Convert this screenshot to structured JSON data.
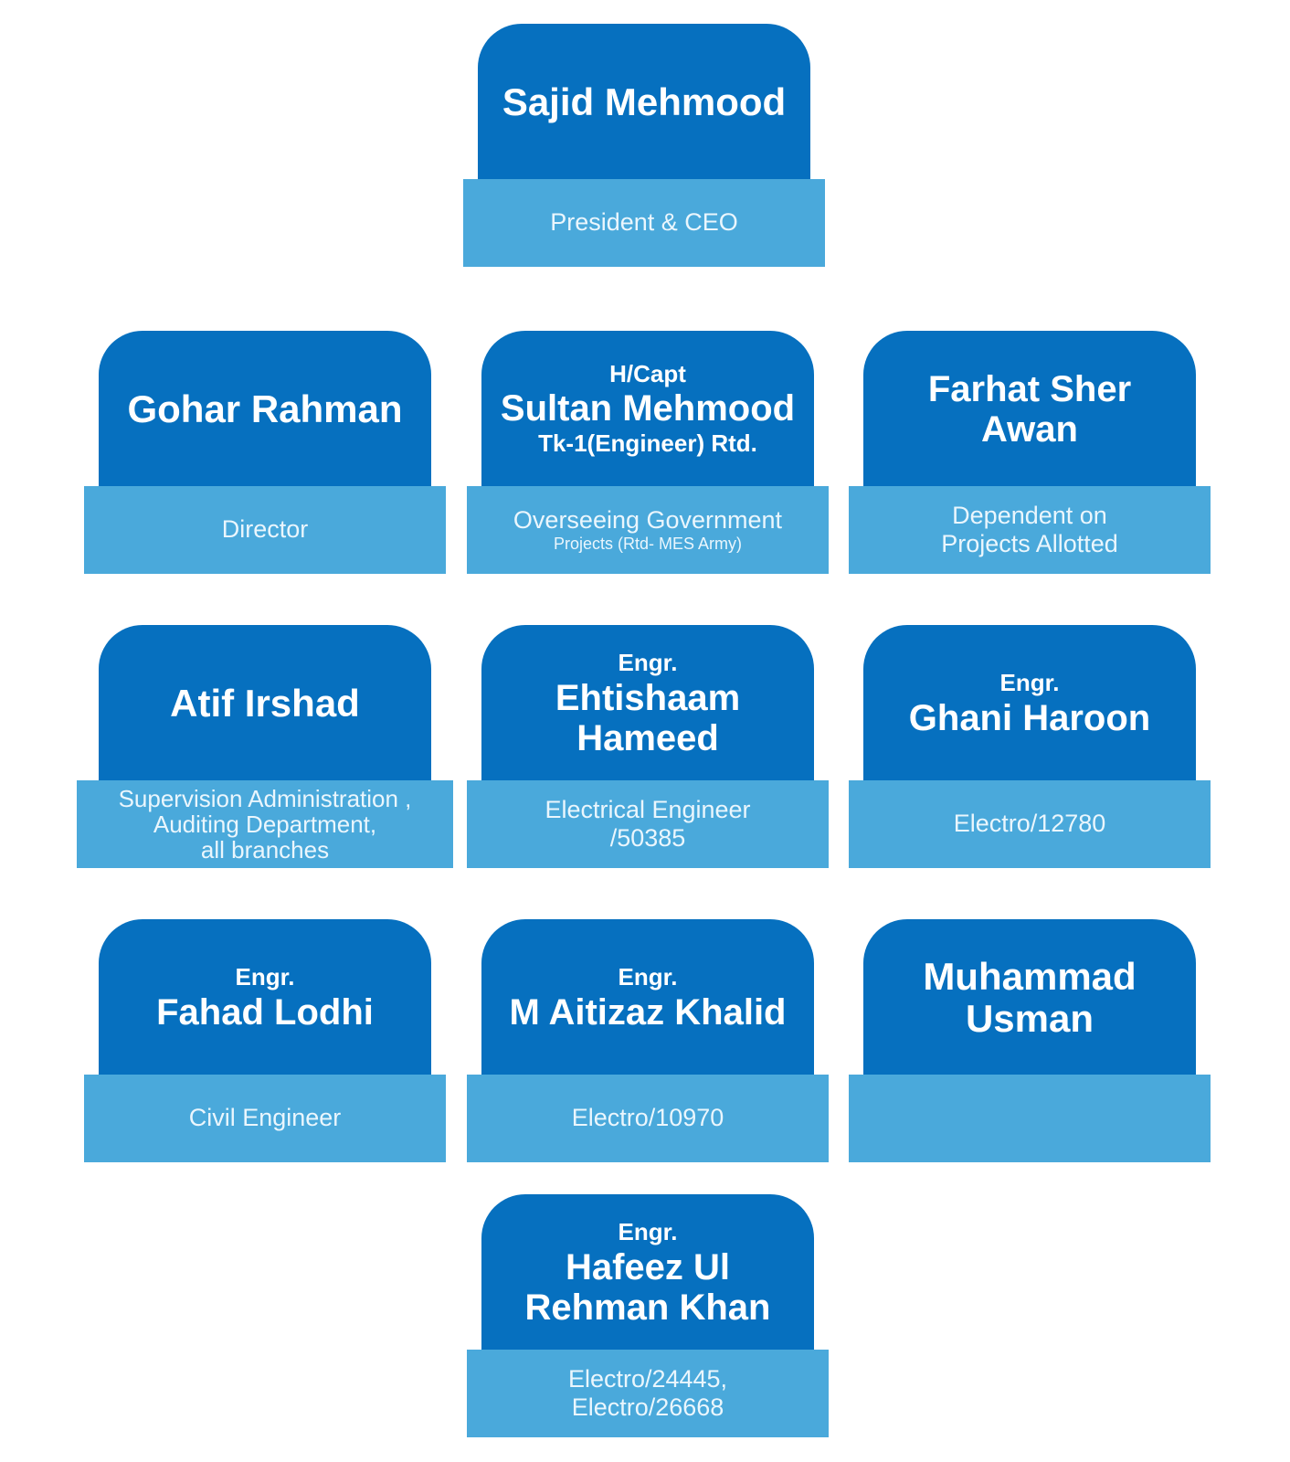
{
  "members": [
    {
      "id": "sajid",
      "name": "Sajid Mehmood",
      "role": "President & CEO"
    },
    {
      "id": "gohar",
      "name": "Gohar Rahman",
      "role": "Director"
    },
    {
      "id": "sultan",
      "prefix": "H/Capt",
      "name": "Sultan Mehmood",
      "suffix": "Tk-1(Engineer) Rtd.",
      "role": "Overseeing Government",
      "role_small": "Projects (Rtd- MES Army)"
    },
    {
      "id": "farhat",
      "name_line1": "Farhat Sher",
      "name_line2": "Awan",
      "role_line1": "Dependent on",
      "role_line2": "Projects Allotted"
    },
    {
      "id": "atif",
      "name": "Atif Irshad",
      "role_line1": "Supervision Administration ,",
      "role_line2": "Auditing Department,",
      "role_line3": "all branches"
    },
    {
      "id": "ehtishaam",
      "prefix": "Engr.",
      "name_line1": "Ehtishaam",
      "name_line2": "Hameed",
      "role_line1": "Electrical Engineer",
      "role_line2": "/50385"
    },
    {
      "id": "ghani",
      "prefix": "Engr.",
      "name": "Ghani Haroon",
      "role": "Electro/12780"
    },
    {
      "id": "fahad",
      "prefix": "Engr.",
      "name": "Fahad Lodhi",
      "role": "Civil Engineer"
    },
    {
      "id": "aitizaz",
      "prefix": "Engr.",
      "name": "M Aitizaz Khalid",
      "role": "Electro/10970"
    },
    {
      "id": "usman",
      "name_line1": "Muhammad",
      "name_line2": "Usman",
      "role": ""
    },
    {
      "id": "hafeez",
      "prefix": "Engr.",
      "name_line1": "Hafeez Ul",
      "name_line2": "Rehman Khan",
      "role_line1": "Electro/24445,",
      "role_line2": "Electro/26668"
    }
  ]
}
